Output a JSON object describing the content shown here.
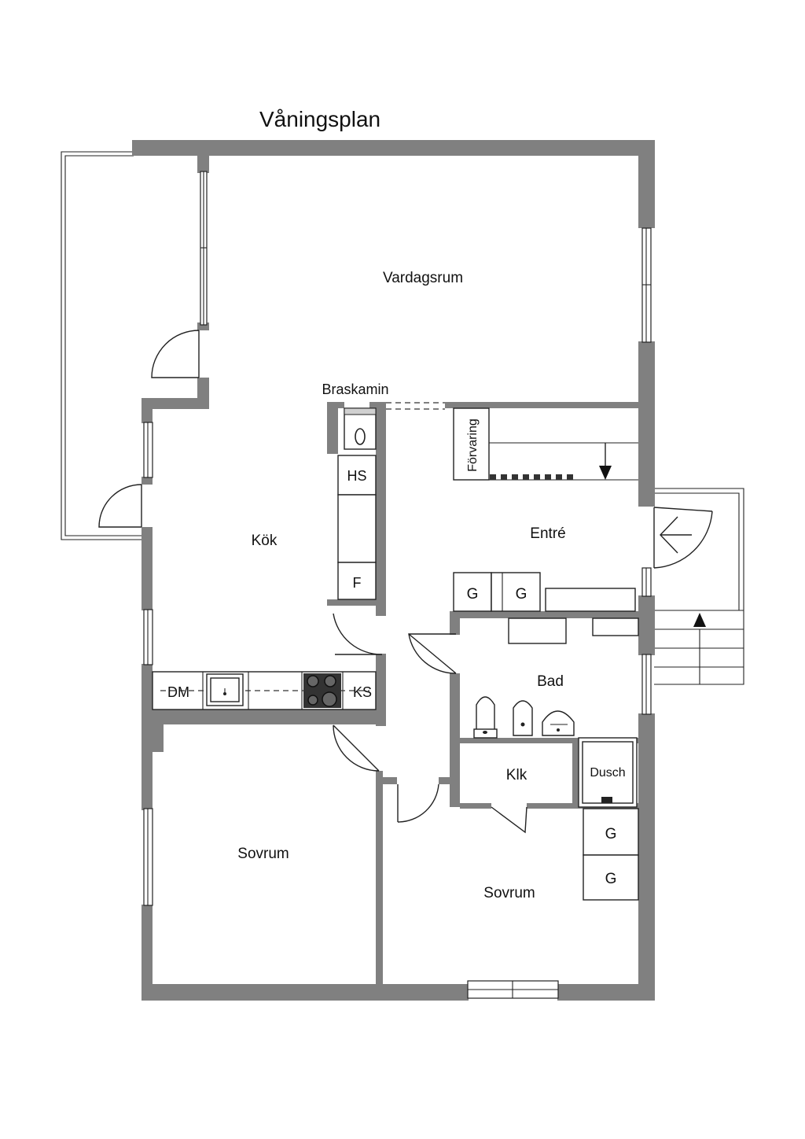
{
  "title": "Våningsplan",
  "rooms": {
    "vardagsrum": "Vardagsrum",
    "kok": "Kök",
    "entre": "Entré",
    "bad": "Bad",
    "klk": "Klk",
    "sovrum_left": "Sovrum",
    "sovrum_right": "Sovrum"
  },
  "fixtures": {
    "braskamin": "Braskamin",
    "forvaring": "Förvaring",
    "hs": "HS",
    "f": "F",
    "dm": "DM",
    "ks": "KS",
    "dusch": "Dusch",
    "entre_g1": "G",
    "entre_g2": "G",
    "sovrum_g1": "G",
    "sovrum_g2": "G"
  },
  "colors": {
    "wall": "#808080",
    "line": "#222222",
    "background": "#ffffff"
  }
}
